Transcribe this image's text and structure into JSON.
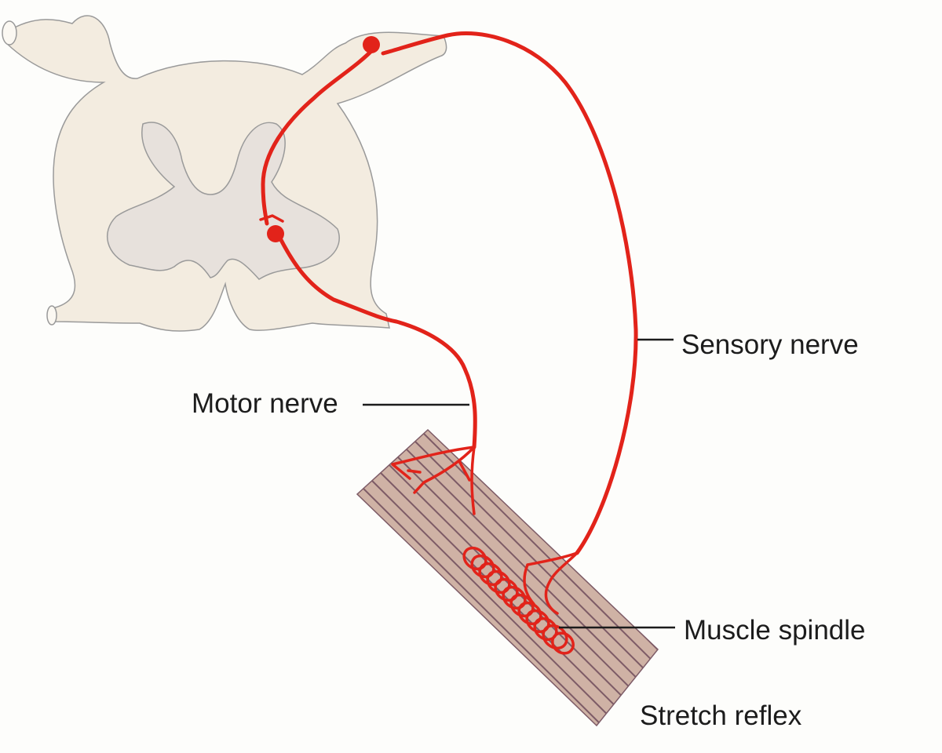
{
  "labels": {
    "sensory_nerve": "Sensory nerve",
    "motor_nerve": "Motor nerve",
    "muscle_spindle": "Muscle spindle",
    "caption": "Stretch reflex"
  },
  "colors": {
    "nerve": "#e2231a",
    "white_matter": "#f3ece0",
    "gray_matter": "#e7e1dc",
    "outline": "#9a9a9a",
    "muscle": "#cfb2a5",
    "muscle_stripe": "#7d5b66",
    "leader_line": "#1c1c1c"
  }
}
